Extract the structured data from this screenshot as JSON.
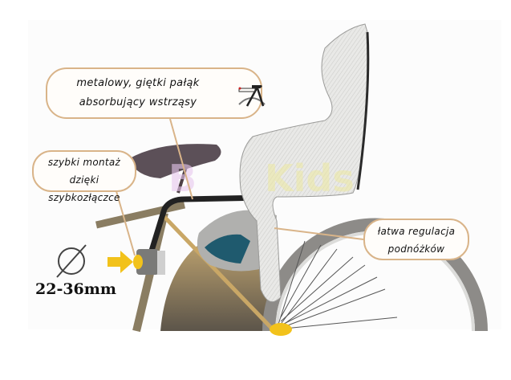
{
  "product": "bike child seat illustration",
  "callouts": [
    {
      "id": "frame",
      "lines": [
        "metalowy, giętki pałąk",
        "absorbujący wstrząsy"
      ],
      "icon": "rear-rack-icon"
    },
    {
      "id": "mount",
      "lines": [
        "szybki montaż dzięki",
        "szybkozłączce"
      ]
    },
    {
      "id": "footrest",
      "lines": [
        "łatwa regulacja",
        "podnóżków"
      ]
    }
  ],
  "tube_diameter": {
    "symbol": "diameter-icon",
    "label": "22-36mm"
  },
  "watermark": "Kids",
  "colors": {
    "callout_border": "#d9b489",
    "seat": "#e6e6e4",
    "frame": "#8a7d62",
    "clamp_yellow": "#f2c21b",
    "footrest": "#1f5a6e",
    "wheel": "#8d8b88"
  }
}
